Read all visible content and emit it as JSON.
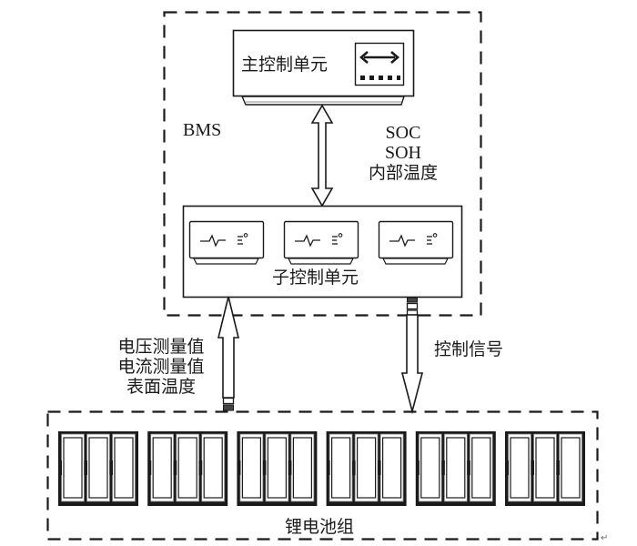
{
  "diagram": {
    "title": "BMS architecture",
    "bms_label": "BMS",
    "main_controller": {
      "label": "主控制单元",
      "icon": "bidirectional-arrow-display-icon"
    },
    "sub_controller": {
      "label": "子控制单元",
      "module_count": 3,
      "module_icon": "heartbeat-gauge-icon"
    },
    "bus_signals": [
      "SOC",
      "SOH",
      "内部温度"
    ],
    "uplink_signals": [
      "电压测量值",
      "电流测量值",
      "表面温度"
    ],
    "downlink_signal": "控制信号",
    "battery_pack": {
      "label": "锂电池组",
      "module_count": 6,
      "cells_per_module": 3
    },
    "colors": {
      "stroke": "#1a1a1a",
      "background": "#ffffff"
    }
  }
}
